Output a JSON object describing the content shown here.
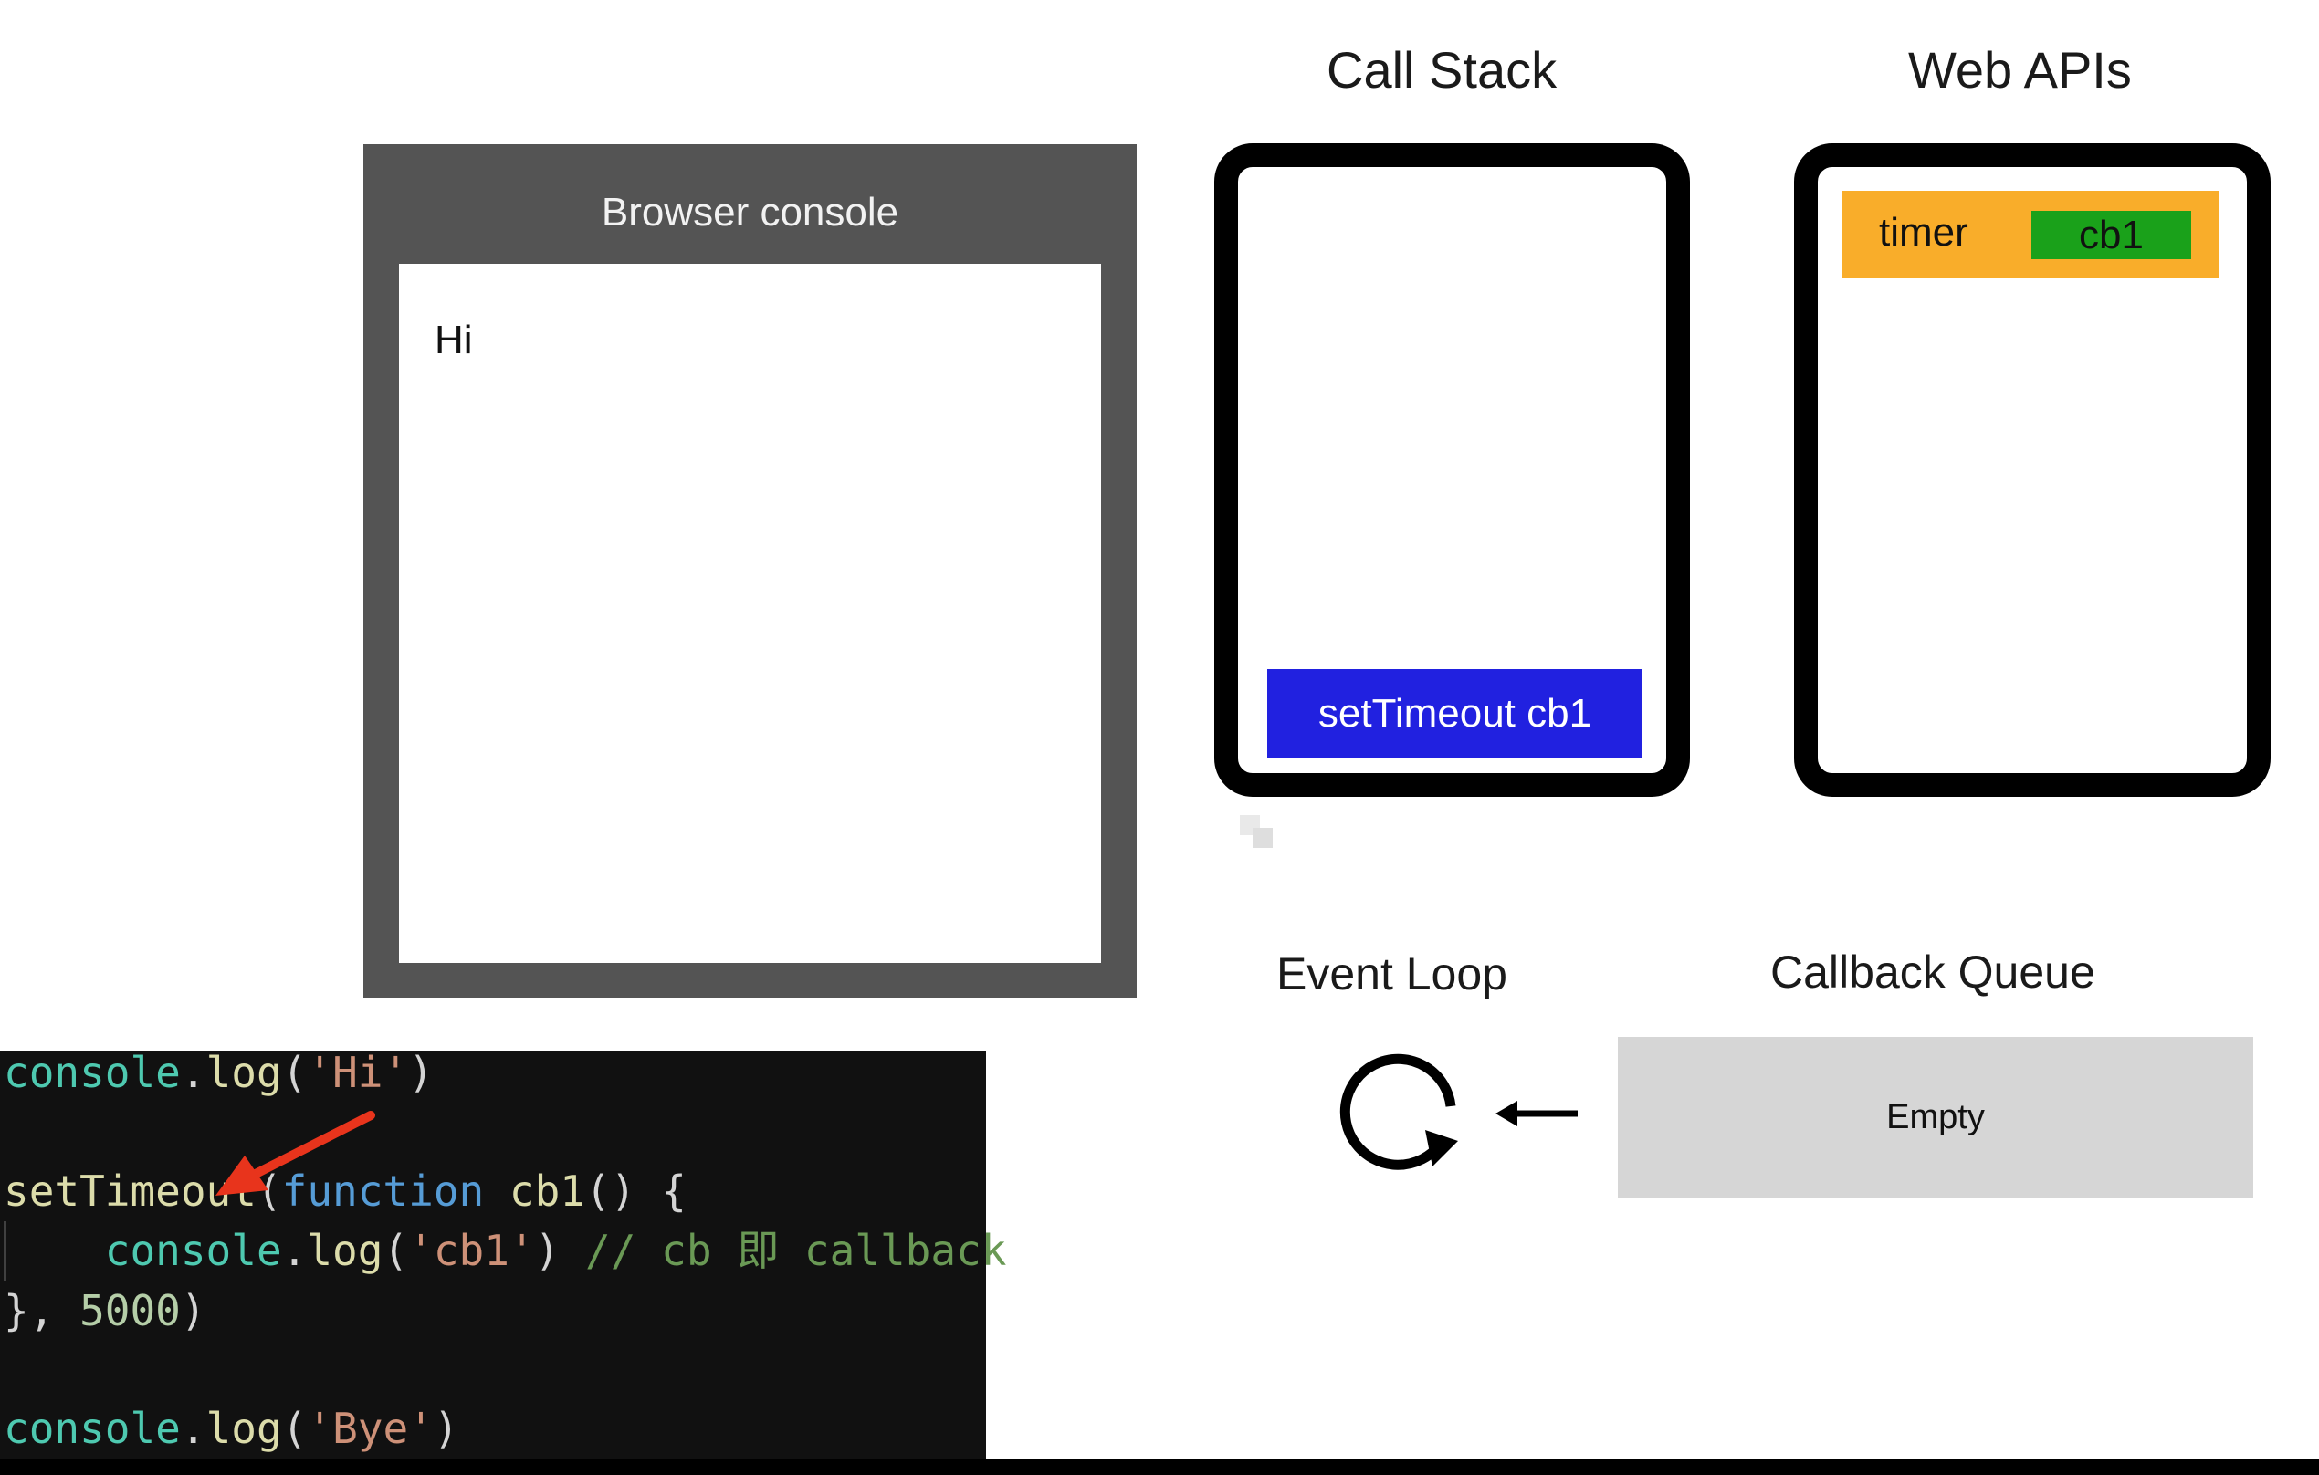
{
  "titles": {
    "call_stack": "Call Stack",
    "web_apis": "Web APIs",
    "event_loop": "Event Loop",
    "callback_queue": "Callback Queue"
  },
  "browser_console": {
    "title": "Browser console",
    "lines": [
      "Hi"
    ]
  },
  "call_stack": {
    "frames": [
      "setTimeout cb1"
    ]
  },
  "web_apis": {
    "timer_label": "timer",
    "timer_callback": "cb1"
  },
  "callback_queue": {
    "status": "Empty"
  },
  "code": {
    "line1": {
      "obj": "console",
      "dot": ".",
      "fn": "log",
      "open": "(",
      "str": "'Hi'",
      "close": ")"
    },
    "line2": {
      "fn": "setTimeout",
      "open": "(",
      "kw": "function",
      "name": " cb1",
      "rest": "() {"
    },
    "line3": {
      "indent": "    ",
      "obj": "console",
      "dot": ".",
      "fn": "log",
      "open": "(",
      "str": "'cb1'",
      "close": ")",
      "comment": " // cb 即 callback"
    },
    "line4": {
      "punc": "}, ",
      "num": "5000",
      "close": ")"
    },
    "line5": {
      "obj": "console",
      "dot": ".",
      "fn": "log",
      "open": "(",
      "str": "'Bye'",
      "close": ")"
    }
  },
  "colors": {
    "stack_frame": "#2121e0",
    "timer_box": "#f9ad2a",
    "timer_callback": "#1aa11a",
    "queue_box": "#d6d6d6",
    "console_frame": "#545454",
    "annotation_arrow": "#e8341c"
  },
  "icons": {
    "event_loop": "circular-arrow-icon",
    "queue_to_loop": "arrow-left-icon",
    "annotation": "red-pointer-arrow-icon"
  }
}
